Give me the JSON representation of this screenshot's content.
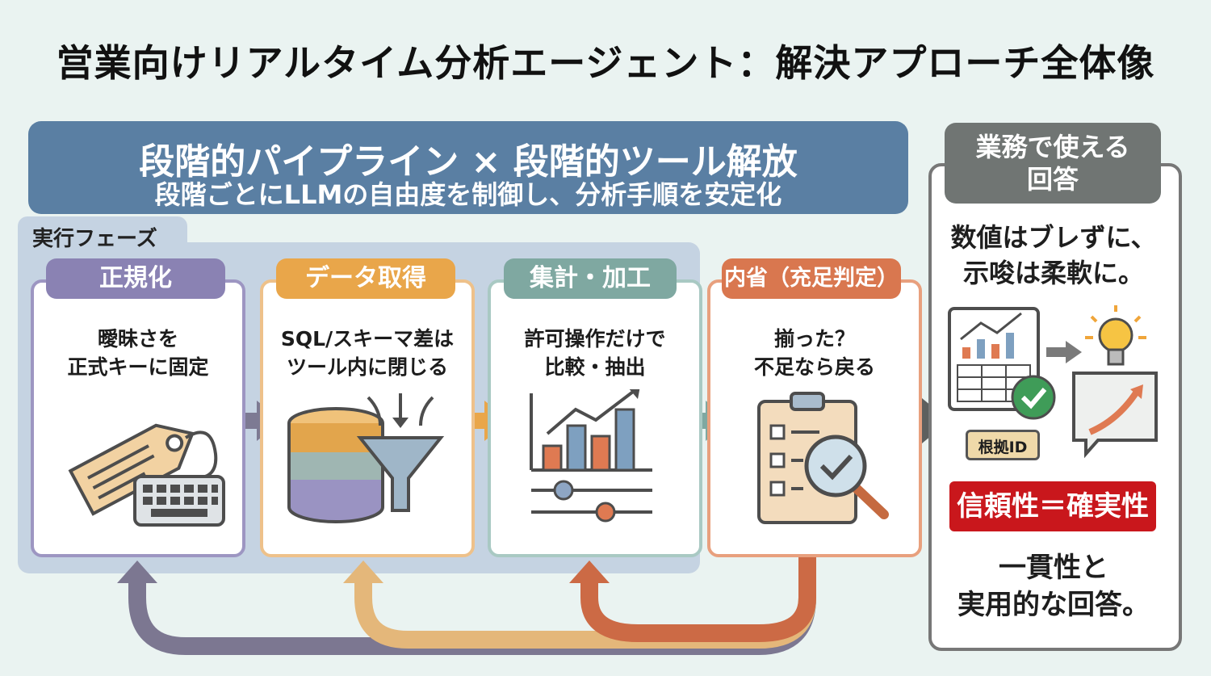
{
  "title": "営業向けリアルタイム分析エージェント：解決アプローチ全体像",
  "banner": {
    "main": "段階的パイプライン × 段階的ツール解放",
    "sub": "段階ごとにLLMの自由度を制御し、分析手順を安定化"
  },
  "phase_label": "実行フェーズ",
  "steps": [
    {
      "label": "正規化",
      "desc": "曖昧さを\n正式キーに固定",
      "color": "#8a82b3",
      "icon": "tag-keyboard-icon"
    },
    {
      "label": "データ取得",
      "desc": "SQL/スキーマ差は\nツール内に閉じる",
      "color": "#e9a64a",
      "icon": "database-funnel-icon"
    },
    {
      "label": "集計・加工",
      "desc": "許可操作だけで\n比較・抽出",
      "color": "#7fa8a1",
      "icon": "bar-chart-sliders-icon"
    },
    {
      "label": "内省（充足判定）",
      "desc": "揃った？\n不足なら戻る",
      "color": "#d9774f",
      "icon": "checklist-magnifier-icon"
    }
  ],
  "result": {
    "tab": "業務で使える\n回答",
    "headline": "数値はブレずに、\n示唆は柔軟に。",
    "evidence_label": "根拠ID",
    "trust": "信頼性＝確実性",
    "footer": "一貫性と\n実用的な回答。"
  }
}
